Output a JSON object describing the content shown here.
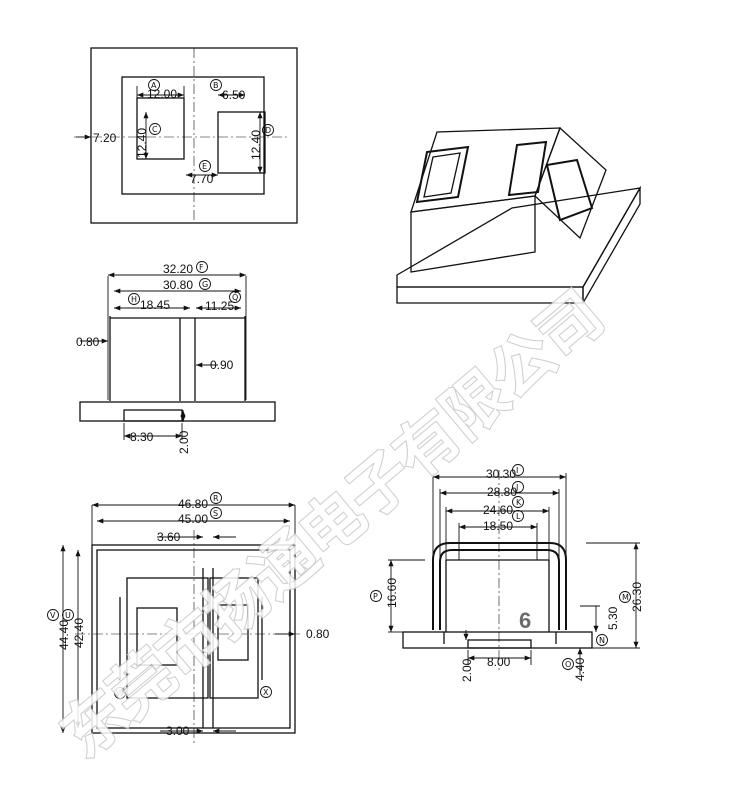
{
  "dimensions": {
    "top": {
      "a": "12.00",
      "b": "6.50",
      "v1": "12.40",
      "v2": "12.40",
      "h": "7.20",
      "c": "7.70"
    },
    "front": {
      "f": "32.20",
      "g": "30.80",
      "h": "18.45",
      "q": "11.25",
      "w1": "0.80",
      "w2": "0.90",
      "base": "8.30",
      "pin": "2.00"
    },
    "bottom": {
      "r": "46.80",
      "s": "45.00",
      "a": "3.60",
      "v": "44.40",
      "u": "42.40",
      "right": "0.80",
      "b": "3.00"
    },
    "side": {
      "i": "30.30",
      "j": "28.80",
      "k": "24.60",
      "l": "18.50",
      "p": "16.60",
      "m": "26.30",
      "n": "5.30",
      "o": "4.40",
      "pin": "2.00",
      "base": "8.00"
    }
  },
  "labels": {
    "A": "A",
    "B": "B",
    "C": "C",
    "D": "D",
    "E": "E",
    "F": "F",
    "G": "G",
    "H": "H",
    "Q": "Q",
    "R": "R",
    "S": "S",
    "V": "V",
    "U": "U",
    "W": "W",
    "X": "X",
    "I": "I",
    "J": "J",
    "K": "K",
    "L": "L",
    "P": "P",
    "M": "M",
    "N": "N",
    "O": "O"
  },
  "watermark": "东莞市扬通电子有限公司",
  "page_number": "6"
}
